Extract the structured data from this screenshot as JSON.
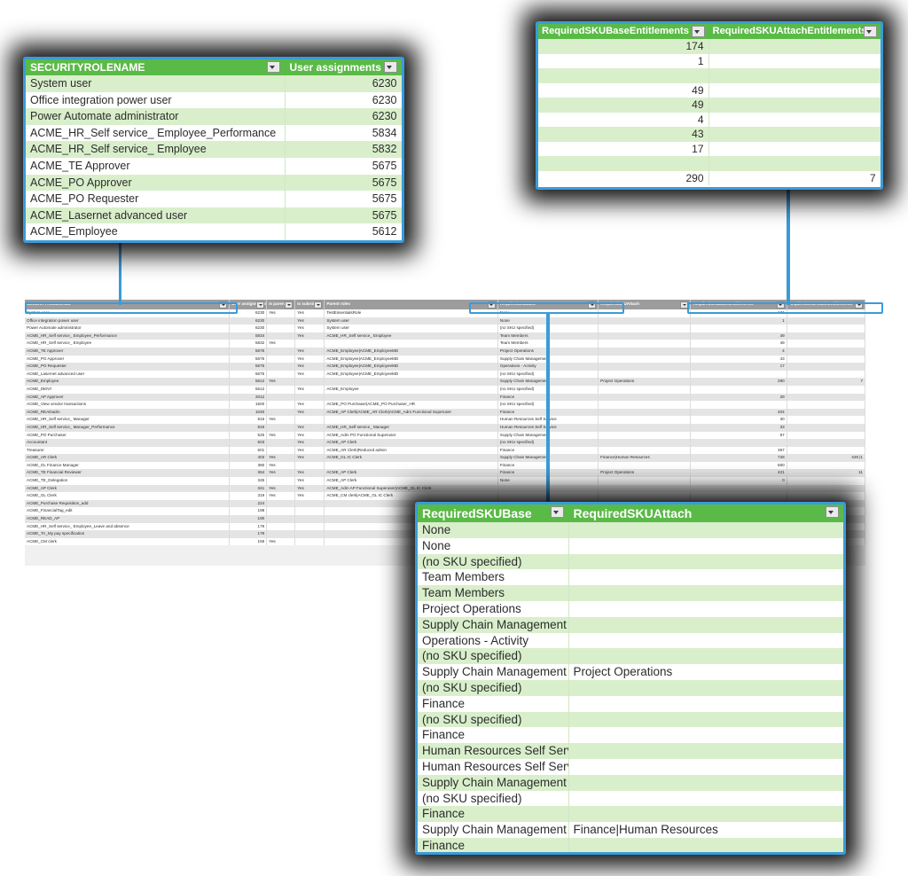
{
  "background_table": {
    "name": "security-roles-worksheet",
    "columns": [
      "SECURITYROLENAME",
      "User assignments",
      "Is parent",
      "Is subrole",
      "Parent roles",
      "RequiredSKUBase",
      "RequiredSKUAttach",
      "RequiredSKUBaseEntitlements",
      "RequiredSKUAttachEntitlements"
    ],
    "rows": [
      [
        "System user",
        "6230",
        "Yes",
        "Yes",
        "TestEssentialsRole",
        "None",
        "",
        "174",
        ""
      ],
      [
        "Office integration power user",
        "6230",
        "",
        "Yes",
        "System user",
        "None",
        "",
        "1",
        ""
      ],
      [
        "Power Automate administrator",
        "6230",
        "",
        "Yes",
        "System user",
        "(no SKU specified)",
        "",
        "",
        ""
      ],
      [
        "ACME_HR_Self service_ Employee_Performance",
        "5834",
        "",
        "Yes",
        "ACME_HR_Self service_ Employee",
        "Team Members",
        "",
        "49",
        ""
      ],
      [
        "ACME_HR_Self service_ Employee",
        "5832",
        "Yes",
        "",
        "",
        "Team Members",
        "",
        "49",
        ""
      ],
      [
        "ACME_TE Approver",
        "5675",
        "",
        "Yes",
        "ACME_Employee|ACME_EmployeeMD",
        "Project Operations",
        "",
        "4",
        ""
      ],
      [
        "ACME_PO Approver",
        "5675",
        "",
        "Yes",
        "ACME_Employee|ACME_EmployeeMD",
        "Supply Chain Management",
        "",
        "43",
        ""
      ],
      [
        "ACME_PO Requester",
        "5675",
        "",
        "Yes",
        "ACME_Employee|ACME_EmployeeMD",
        "Operations - Activity",
        "",
        "17",
        ""
      ],
      [
        "ACME_Lasernet advanced user",
        "5675",
        "",
        "Yes",
        "ACME_Employee|ACME_EmployeeMD",
        "(no SKU specified)",
        "",
        "",
        ""
      ],
      [
        "ACME_Employee",
        "5612",
        "Yes",
        "",
        "",
        "Supply Chain Management",
        "Project Operations",
        "290",
        "7"
      ],
      [
        "ACME_DENY",
        "5612",
        "",
        "Yes",
        "ACME_Employee",
        "(no SKU specified)",
        "",
        "",
        ""
      ],
      [
        "ACME_AP Approver",
        "2012",
        "",
        "",
        "",
        "Finance",
        "",
        "29",
        ""
      ],
      [
        "ACME_View vendor transactions",
        "1500",
        "",
        "Yes",
        "ACME_PO Purchaser|ACME_PO Purchaser_HR",
        "(no SKU specified)",
        "",
        "",
        ""
      ],
      [
        "ACME_READadm",
        "1040",
        "",
        "Yes",
        "ACME_AP Clerk|ACME_AR Clerk|ACME_Adm Functional Superuser",
        "Finance",
        "",
        "404",
        ""
      ],
      [
        "ACME_HR_Self service_ Manager",
        "816",
        "Yes",
        "",
        "",
        "Human Resources Self Service",
        "",
        "30",
        ""
      ],
      [
        "ACME_HR_Self service_ Manager_Performance",
        "816",
        "",
        "Yes",
        "ACME_HR_Self service_ Manager",
        "Human Resources Self Service",
        "",
        "33",
        ""
      ],
      [
        "ACME_PO Purchaser",
        "525",
        "Yes",
        "Yes",
        "ACME_Adm PO Functional Superuser",
        "Supply Chain Management",
        "",
        "67",
        ""
      ],
      [
        "Accountant",
        "503",
        "",
        "Yes",
        "ACME_AP Clerk",
        "(no SKU specified)",
        "",
        "",
        ""
      ],
      [
        "Treasurer",
        "501",
        "",
        "Yes",
        "ACME_AR Clerk|Reduced admin",
        "Finance",
        "",
        "367",
        ""
      ],
      [
        "ACME_AR Clerk",
        "403",
        "Yes",
        "Yes",
        "ACME_GL IC Clerk",
        "Supply Chain Management",
        "Finance|Human Resources",
        "728",
        "429 |1"
      ],
      [
        "ACME_GL Finance Manager",
        "380",
        "Yes",
        "",
        "",
        "Finance",
        "",
        "500",
        ""
      ],
      [
        "ACME_TE Financial Reviewer",
        "364",
        "Yes",
        "Yes",
        "ACME_AP Clerk",
        "Finance",
        "Project Operations",
        "421",
        "11"
      ],
      [
        "ACME_TE_Delegation",
        "345",
        "",
        "Yes",
        "ACME_AP Clerk",
        "None",
        "",
        "0",
        ""
      ],
      [
        "ACME_AP Clerk",
        "341",
        "Yes",
        "Yes",
        "ACME_Adm AP Functional Superuser|ACME_GL IC Clerk",
        "",
        "",
        "",
        ""
      ],
      [
        "ACME_GL Clerk",
        "319",
        "Yes",
        "Yes",
        "ACME_CM clerk|ACME_GL IC Clerk",
        "",
        "",
        "",
        ""
      ],
      [
        "ACME_Purchase Requisition_add",
        "224",
        "",
        "",
        "",
        "",
        "",
        "",
        ""
      ],
      [
        "ACME_FinancialTag_edit",
        "198",
        "",
        "",
        "",
        "",
        "",
        "",
        ""
      ],
      [
        "ACME_READ_AP",
        "190",
        "",
        "",
        "",
        "",
        "",
        "",
        ""
      ],
      [
        "ACME_HR_Self service_ Employee_Leave and absence",
        "179",
        "",
        "",
        "",
        "",
        "",
        "",
        ""
      ],
      [
        "ACME_TA_My pay specification",
        "179",
        "",
        "",
        "",
        "",
        "",
        "",
        ""
      ],
      [
        "ACME_CM clerk",
        "159",
        "Yes",
        "",
        "",
        "",
        "",
        "",
        ""
      ]
    ]
  },
  "callout_roles": {
    "name": "security-role-names-callout",
    "columns": [
      "SECURITYROLENAME",
      "User assignments"
    ],
    "rows": [
      [
        "System user",
        "6230"
      ],
      [
        "Office integration power user",
        "6230"
      ],
      [
        "Power Automate administrator",
        "6230"
      ],
      [
        "ACME_HR_Self service_ Employee_Performance",
        "5834"
      ],
      [
        "ACME_HR_Self service_ Employee",
        "5832"
      ],
      [
        "ACME_TE Approver",
        "5675"
      ],
      [
        "ACME_PO Approver",
        "5675"
      ],
      [
        "ACME_PO Requester",
        "5675"
      ],
      [
        "ACME_Lasernet advanced user",
        "5675"
      ],
      [
        "ACME_Employee",
        "5612"
      ]
    ]
  },
  "callout_entitlements": {
    "name": "sku-entitlements-callout",
    "columns": [
      "RequiredSKUBaseEntitlements",
      "RequiredSKUAttachEntitlements"
    ],
    "rows": [
      [
        "174",
        ""
      ],
      [
        "1",
        ""
      ],
      [
        "",
        ""
      ],
      [
        "49",
        ""
      ],
      [
        "49",
        ""
      ],
      [
        "4",
        ""
      ],
      [
        "43",
        ""
      ],
      [
        "17",
        ""
      ],
      [
        "",
        ""
      ],
      [
        "290",
        "7"
      ]
    ]
  },
  "callout_sku": {
    "name": "required-sku-callout",
    "columns": [
      "RequiredSKUBase",
      "RequiredSKUAttach"
    ],
    "rows": [
      [
        "None",
        ""
      ],
      [
        "None",
        ""
      ],
      [
        "(no SKU specified)",
        ""
      ],
      [
        "Team Members",
        ""
      ],
      [
        "Team Members",
        ""
      ],
      [
        "Project Operations",
        ""
      ],
      [
        "Supply Chain Management",
        ""
      ],
      [
        "Operations - Activity",
        ""
      ],
      [
        "(no SKU specified)",
        ""
      ],
      [
        "Supply Chain Management",
        "Project Operations"
      ],
      [
        "(no SKU specified)",
        ""
      ],
      [
        "Finance",
        ""
      ],
      [
        "(no SKU specified)",
        ""
      ],
      [
        "Finance",
        ""
      ],
      [
        "Human Resources Self Service",
        ""
      ],
      [
        "Human Resources Self Service",
        ""
      ],
      [
        "Supply Chain Management",
        ""
      ],
      [
        "(no SKU specified)",
        ""
      ],
      [
        "Finance",
        ""
      ],
      [
        "Supply Chain Management",
        "Finance|Human Resources"
      ],
      [
        "Finance",
        ""
      ]
    ]
  },
  "colors": {
    "header_green": "#5aba47",
    "row_green": "#d9efcb",
    "highlight_blue": "#3a9bd9",
    "bg_header_grey": "#9c9c9c"
  },
  "icons": {
    "filter_dropdown": "filter-dropdown-icon"
  }
}
